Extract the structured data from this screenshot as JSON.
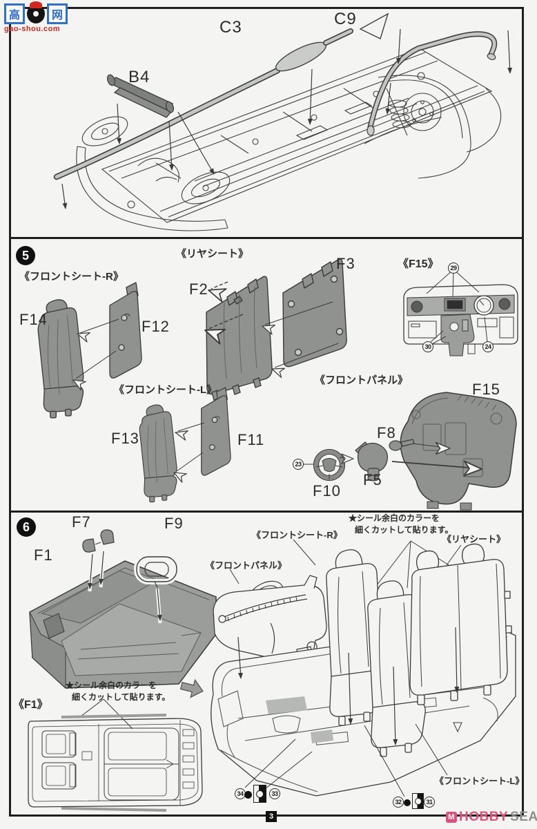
{
  "page": {
    "number": "3"
  },
  "colors": {
    "paper": "#f4f4f2",
    "ink": "#3a3a3a",
    "part_fill": "#8f928f",
    "watermark_blue": "#2e6fd0",
    "watermark_red": "#d4281e",
    "hobby_pink": "#e0507e",
    "search_gray": "#8d8d8d"
  },
  "watermarks": {
    "gaoshou": {
      "box1": "高",
      "box2": "网",
      "url": "gao-shou.com"
    },
    "hobbysearch": {
      "logo": "M",
      "word1": "HOBBY",
      "word2": "SEARCH"
    }
  },
  "top_section": {
    "c3": "C3",
    "c9": "C9",
    "b4": "B4"
  },
  "step5": {
    "number": "5",
    "front_seat_r": {
      "title": "《フロントシート-R》",
      "f14": "F14",
      "f12": "F12"
    },
    "rear_seat": {
      "title": "《リヤシート》",
      "f2": "F2",
      "f3": "F3"
    },
    "f15_detail": {
      "title": "《F15》",
      "c29": "29",
      "c30": "30",
      "c24": "24"
    },
    "front_seat_l": {
      "title": "《フロントシート-L》",
      "f13": "F13",
      "f11": "F11"
    },
    "front_panel": {
      "title": "《フロントパネル》",
      "f10": "F10",
      "f5": "F5",
      "f8": "F8",
      "f15": "F15",
      "c23": "23"
    }
  },
  "step6": {
    "number": "6",
    "f1": "F1",
    "f7": "F7",
    "f9": "F9",
    "note_right_1": "★シール余白のカラーを",
    "note_right_2": "細くカットして貼ります。",
    "note_left_1": "★シール余白のカラーを",
    "note_left_2": "細くカットして貼ります。",
    "front_panel": "《フロントパネル》",
    "front_seat_r": "《フロントシート-R》",
    "rear_seat": "《リヤシート》",
    "front_seat_l": "《フロントシート-L》",
    "f1_view": "《F1》",
    "c34": "34",
    "c33": "33",
    "c32": "32",
    "c31": "31"
  }
}
